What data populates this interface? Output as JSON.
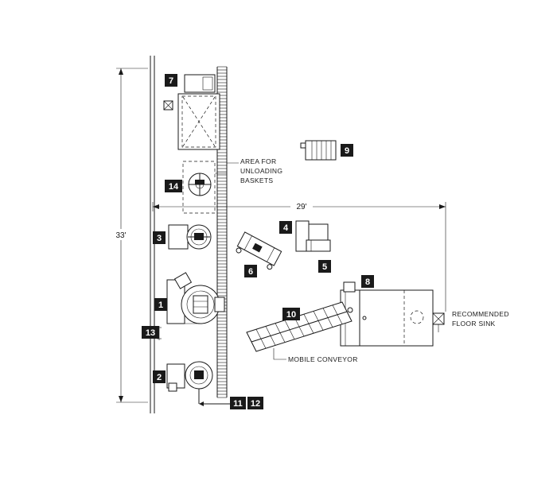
{
  "dimensions": {
    "height": "33'",
    "width": "29'"
  },
  "notes": {
    "unloading": [
      "AREA FOR",
      "UNLOADING",
      "BASKETS"
    ],
    "floor_sink": [
      "RECOMMENDED",
      "FLOOR SINK"
    ],
    "mobile_conveyor": "MOBILE CONVEYOR"
  },
  "equipment_labels": {
    "b1": "1",
    "b2": "2",
    "b3": "3",
    "b4": "4",
    "b5": "5",
    "b6": "6",
    "b7": "7",
    "b8": "8",
    "b9": "9",
    "b10": "10",
    "b11": "11",
    "b12": "12",
    "b13": "13",
    "b14": "14"
  },
  "colors": {
    "ink": "#1a1a1a",
    "paper": "#ffffff"
  }
}
